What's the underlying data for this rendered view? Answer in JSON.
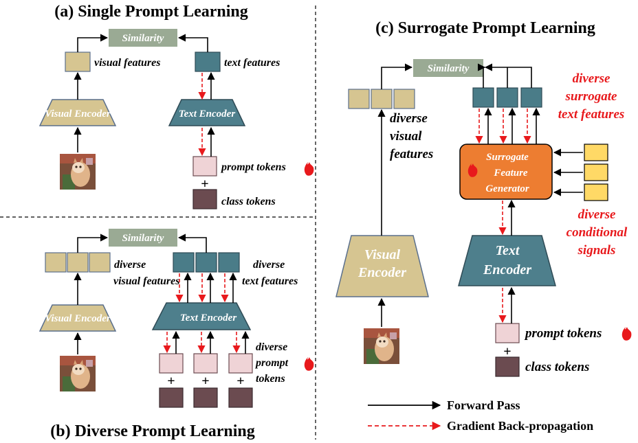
{
  "panel_a": {
    "title": "(a) Single Prompt Learning",
    "similarity": "Similarity",
    "visual_features": "visual features",
    "text_features": "text features",
    "visual_encoder": "Visual Encoder",
    "text_encoder": "Text Encoder",
    "prompt_tokens": "prompt tokens",
    "plus": "+",
    "class_tokens": "class tokens"
  },
  "panel_b": {
    "title": "(b) Diverse Prompt Learning",
    "similarity": "Similarity",
    "diverse_visual_1": "diverse",
    "diverse_visual_2": "visual features",
    "diverse_text_1": "diverse",
    "diverse_text_2": "text features",
    "visual_encoder": "Visual Encoder",
    "text_encoder": "Text Encoder",
    "diverse_prompt_1": "diverse",
    "diverse_prompt_2": "prompt",
    "diverse_prompt_3": "tokens",
    "plus": "+"
  },
  "panel_c": {
    "title": "(c) Surrogate Prompt Learning",
    "similarity": "Similarity",
    "diverse_visual_1": "diverse",
    "diverse_visual_2": "visual",
    "diverse_visual_3": "features",
    "surrogate_1": "diverse",
    "surrogate_2": "surrogate",
    "surrogate_3": "text features",
    "generator_1": "Surrogate",
    "generator_2": "Feature",
    "generator_3": "Generator",
    "conditional_1": "diverse",
    "conditional_2": "conditional",
    "conditional_3": "signals",
    "visual_encoder_1": "Visual",
    "visual_encoder_2": "Encoder",
    "text_encoder_1": "Text",
    "text_encoder_2": "Encoder",
    "prompt_tokens": "prompt tokens",
    "plus": "+",
    "class_tokens": "class tokens"
  },
  "legend": {
    "forward": "Forward Pass",
    "gradient": "Gradient Back-propagation"
  },
  "colors": {
    "visual": "#d6c591",
    "visual_stroke": "#5a6f8c",
    "text_enc": "#4e7f8c",
    "text_feat": "#4a7c88",
    "similarity": "#9aaa94",
    "prompt": "#efd3d6",
    "class_tok": "#6b4b50",
    "generator": "#ed7d31",
    "signal": "#ffd966",
    "red": "#e8191c"
  }
}
